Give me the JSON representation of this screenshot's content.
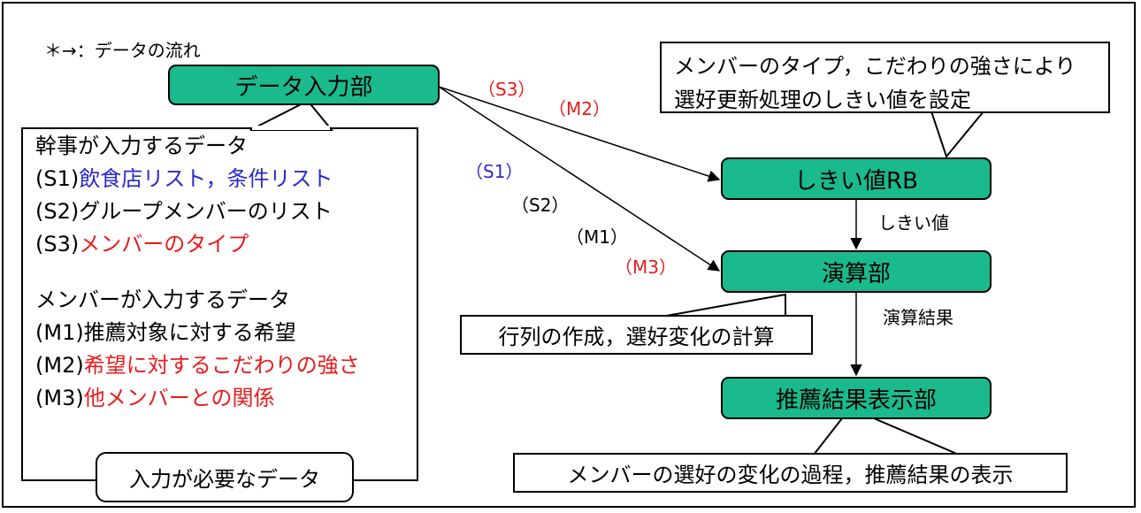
{
  "legend": "＊→：データの流れ",
  "nodes": {
    "input": "データ入力部",
    "threshold": "しきい値RB",
    "calc": "演算部",
    "result": "推薦結果表示部"
  },
  "edge_labels": {
    "s3": "（S3）",
    "m2": "（M2）",
    "s1": "（S1）",
    "s2": "（S2）",
    "m1": "（M1）",
    "m3": "（M3）",
    "threshold_value": "しきい値",
    "calc_result": "演算結果"
  },
  "callouts": {
    "threshold_note_line1": "メンバーのタイプ，こだわりの強さにより",
    "threshold_note_line2": "選好更新処理のしきい値を設定",
    "calc_note": "行列の作成，選好変化の計算",
    "result_note": "メンバーの選好の変化の過程，推薦結果の表示",
    "input_tab": "入力が必要なデータ"
  },
  "input_box": {
    "organizer_header": "幹事が入力するデータ",
    "s1_prefix": "(S1)",
    "s1_text": "飲食店リスト，条件リスト",
    "s2_prefix": "(S2)",
    "s2_text": "グループメンバーのリスト",
    "s3_prefix": "(S3)",
    "s3_text": "メンバーのタイプ",
    "member_header": "メンバーが入力するデータ",
    "m1_prefix": "(M1)",
    "m1_text": "推薦対象に対する希望",
    "m2_prefix": "(M2)",
    "m2_text": "希望に対するこだわりの強さ",
    "m3_prefix": "(M3)",
    "m3_text": "他メンバーとの関係"
  },
  "colors": {
    "node_fill": "#1aba8c",
    "red": "#e81c1c",
    "blue": "#2a2acc"
  }
}
